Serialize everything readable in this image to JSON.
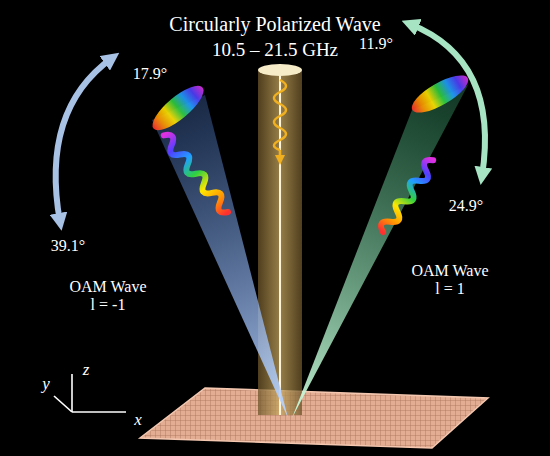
{
  "diagram": {
    "title": "Circularly Polarized Wave",
    "labels": [
      "10.5 – 21.5 GHz",
      "17.9°",
      "39.1°",
      "11.9°",
      "24.9°",
      "OAM Wave l = -1",
      "OAM Wave l = 1",
      "y",
      "z",
      "x"
    ]
  }
}
